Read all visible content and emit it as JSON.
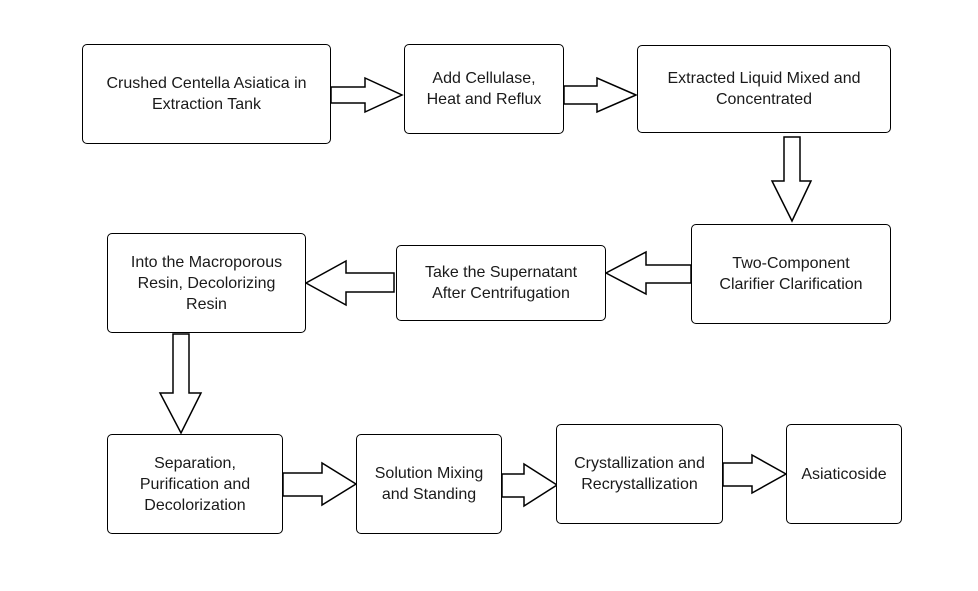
{
  "steps": [
    {
      "id": "s1",
      "text": "Crushed Centella Asiatica in\nExtraction Tank"
    },
    {
      "id": "s2",
      "text": "Add Cellulase,\nHeat and Reflux"
    },
    {
      "id": "s3",
      "text": "Extracted Liquid Mixed and\nConcentrated"
    },
    {
      "id": "s4",
      "text": "Two-Component\nClarifier Clarification"
    },
    {
      "id": "s5",
      "text": "Take the Supernatant\nAfter Centrifugation"
    },
    {
      "id": "s6",
      "text": "Into the Macroporous\nResin, Decolorizing\nResin"
    },
    {
      "id": "s7",
      "text": "Separation,\nPurification and\nDecolorization"
    },
    {
      "id": "s8",
      "text": "Solution Mixing\nand Standing"
    },
    {
      "id": "s9",
      "text": "Crystallization and\nRecrystallization"
    },
    {
      "id": "s10",
      "text": "Asiaticoside"
    }
  ],
  "flow": [
    {
      "from": "s1",
      "to": "s2",
      "direction": "right"
    },
    {
      "from": "s2",
      "to": "s3",
      "direction": "right"
    },
    {
      "from": "s3",
      "to": "s4",
      "direction": "down"
    },
    {
      "from": "s4",
      "to": "s5",
      "direction": "left"
    },
    {
      "from": "s5",
      "to": "s6",
      "direction": "left"
    },
    {
      "from": "s6",
      "to": "s7",
      "direction": "down"
    },
    {
      "from": "s7",
      "to": "s8",
      "direction": "right"
    },
    {
      "from": "s8",
      "to": "s9",
      "direction": "right"
    },
    {
      "from": "s9",
      "to": "s10",
      "direction": "right"
    }
  ]
}
